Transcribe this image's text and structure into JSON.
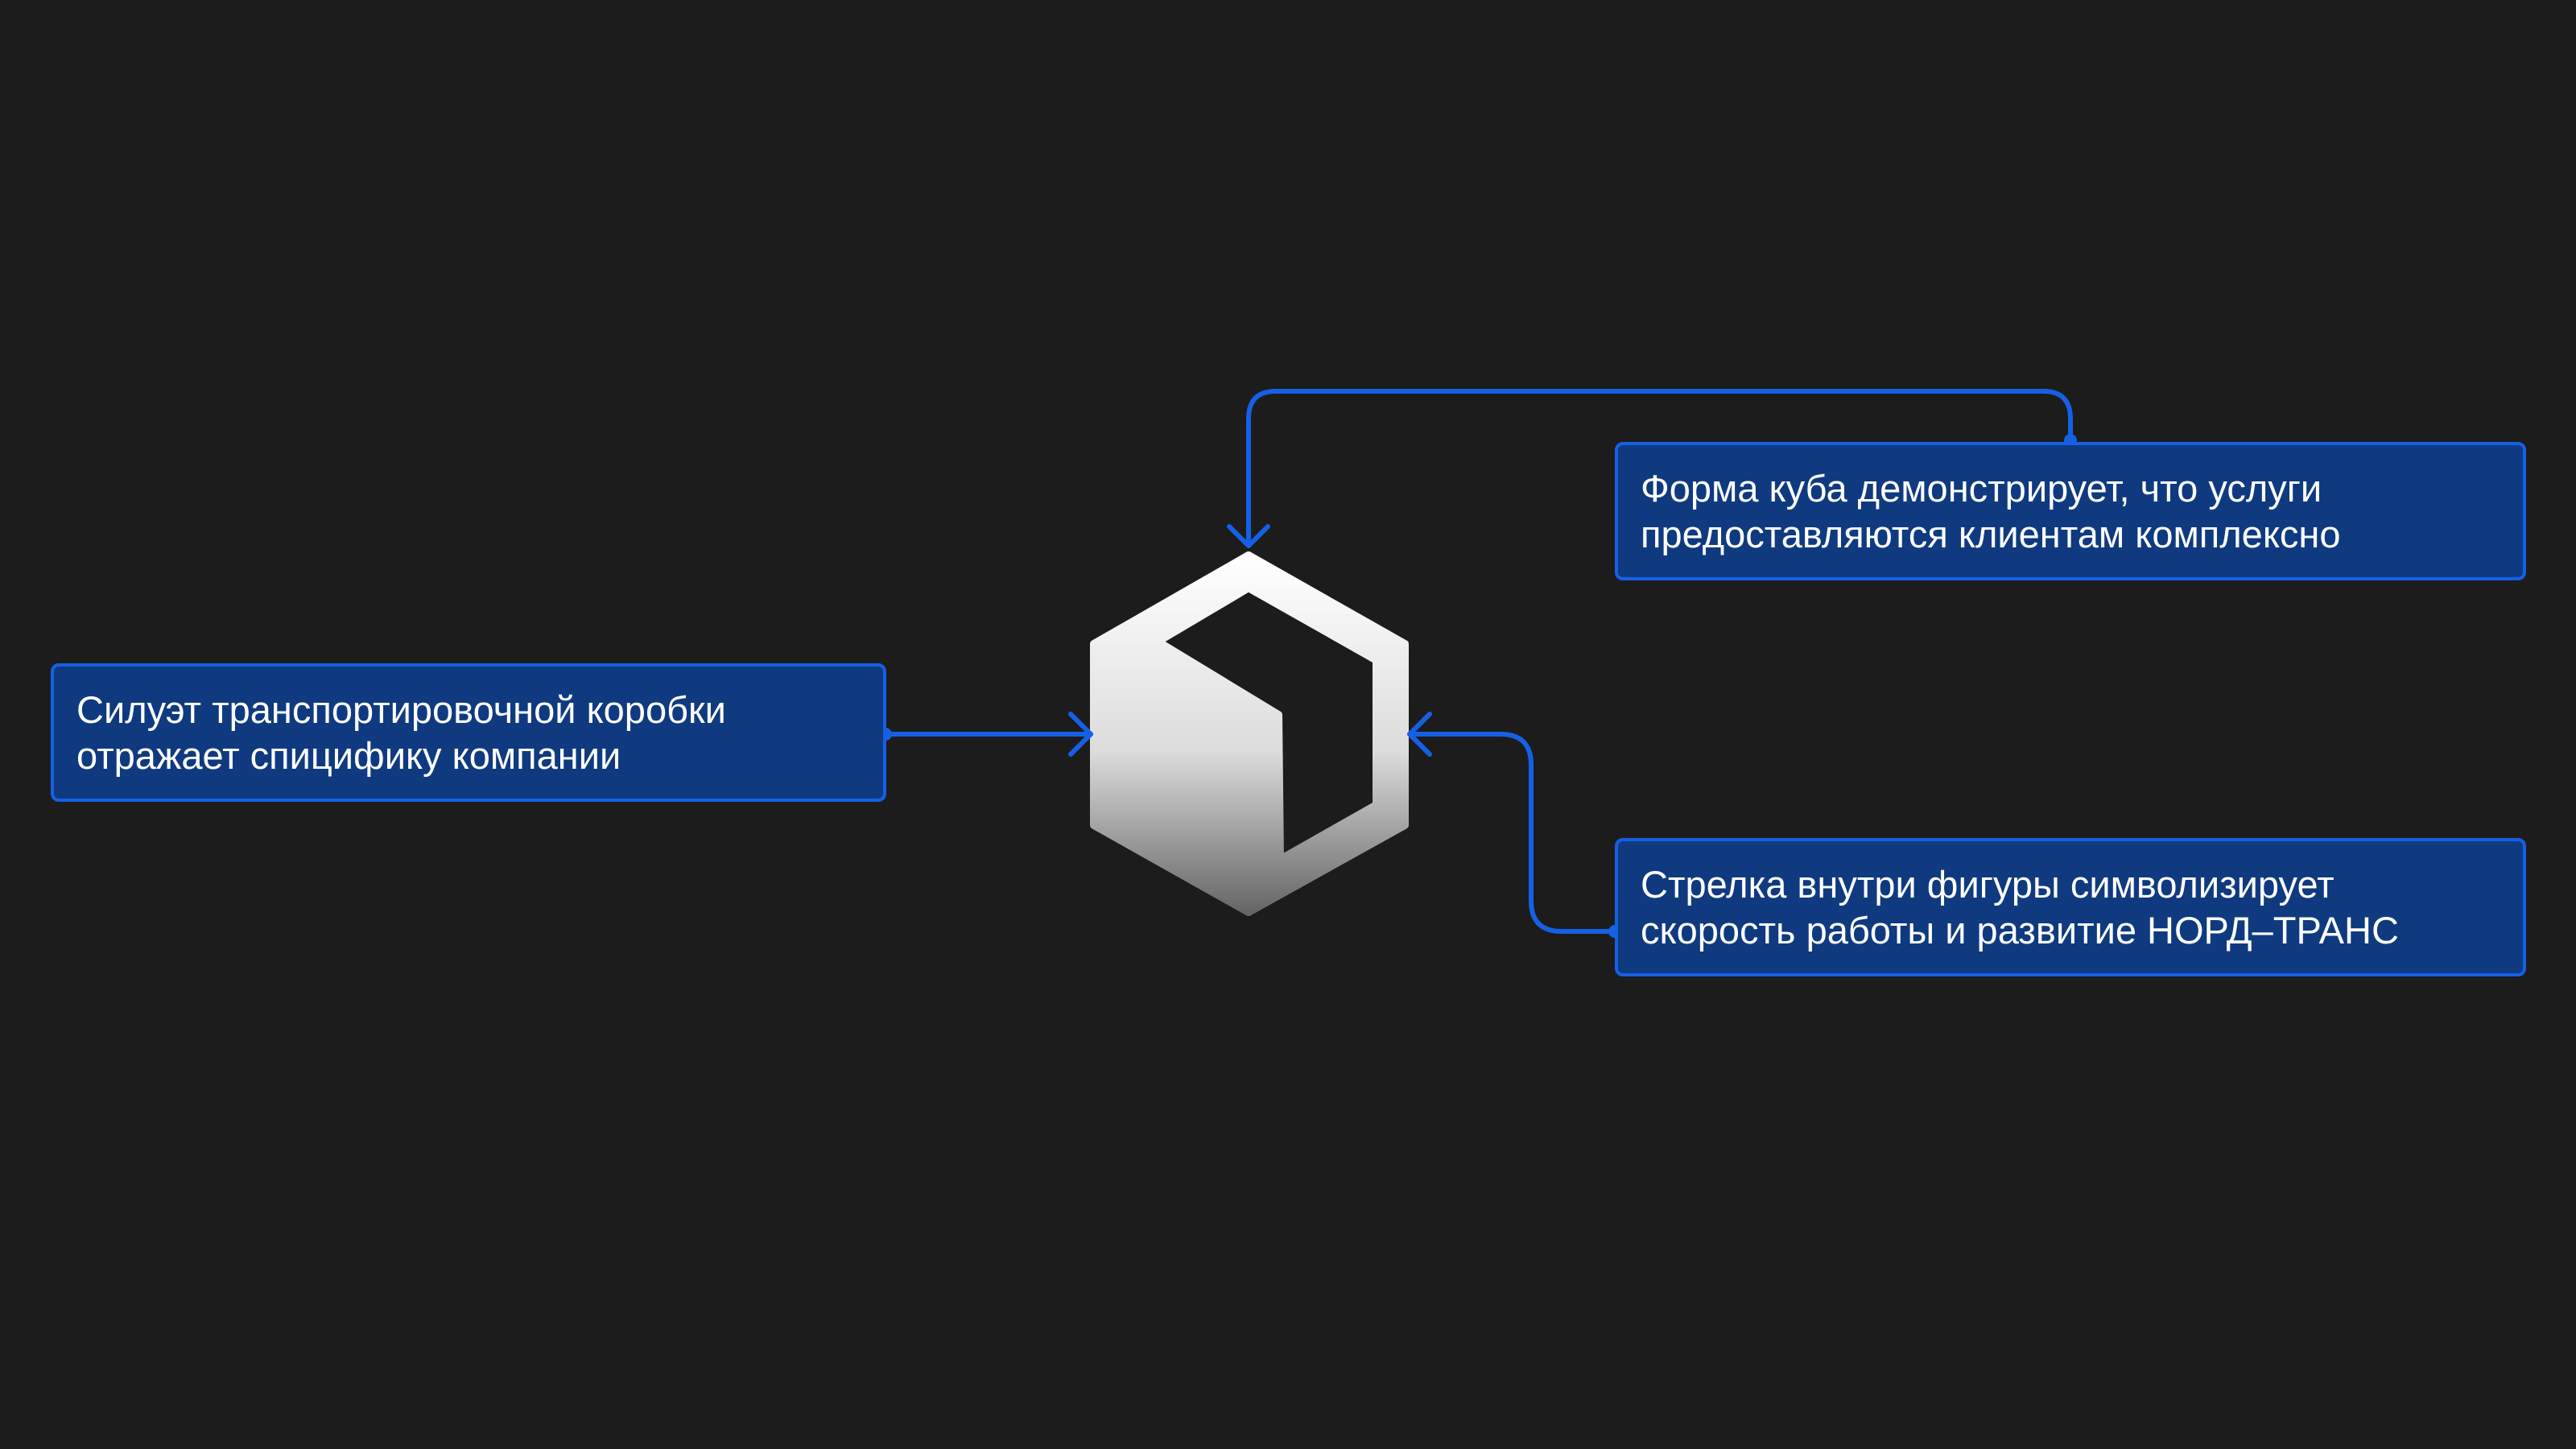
{
  "colors": {
    "background": "#1c1c1c",
    "accent": "#1660e6",
    "box_fill": "#0f3a80",
    "text": "#ffffff"
  },
  "icons": {
    "logo": "hexagon-cube-logo"
  },
  "callouts": [
    {
      "lines": [
        "Силуэт транспортировочной коробки",
        "отражает спицифику компании"
      ]
    },
    {
      "lines": [
        "Форма куба демонстрирует, что услуги",
        "предоставляются клиентам комплексно"
      ]
    },
    {
      "lines": [
        "Стрелка внутри фигуры символизирует",
        "скорость работы и развитие НОРД–ТРАНС"
      ]
    }
  ]
}
